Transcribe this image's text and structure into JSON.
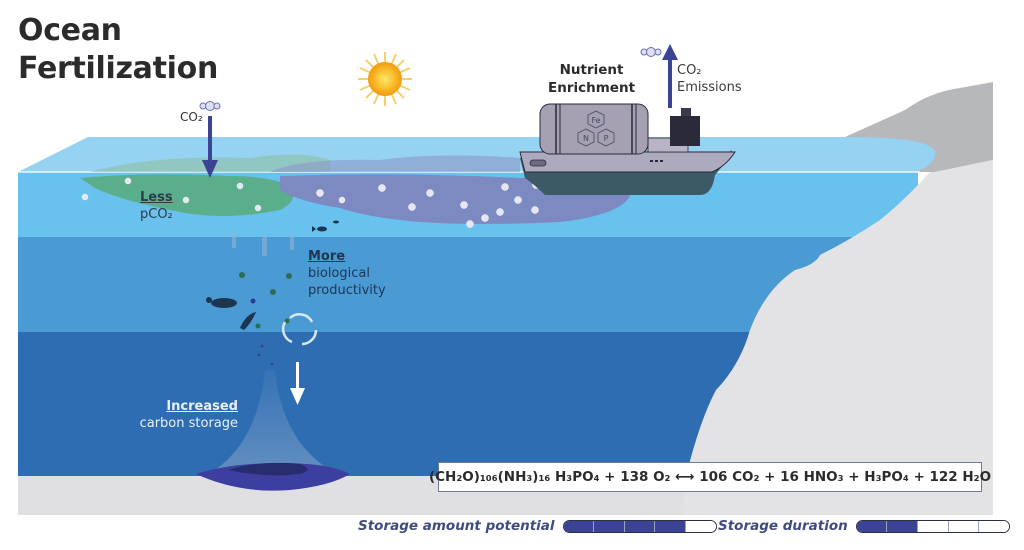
{
  "title": {
    "line1": "Ocean",
    "line2": "Fertilization"
  },
  "labels": {
    "co2_atm": "CO₂",
    "less_bold": "Less",
    "less_rest": "pCO₂",
    "more_bold": "More",
    "more_line2": "biological",
    "more_line3": "productivity",
    "increased_bold": "Increased",
    "increased_rest": "carbon storage",
    "nutrient_line1": "Nutrient",
    "nutrient_line2": "Enrichment",
    "co2_emissions_line1": "CO₂",
    "co2_emissions_line2": "Emissions",
    "tank_elements": [
      "Fe",
      "N",
      "P"
    ]
  },
  "equation": "(CH₂O)₁₀₆(NH₃)₁₆ H₃PO₄ + 138 O₂ ⟷ 106 CO₂ + 16 HNO₃ + H₃PO₄ + 122 H₂O",
  "ratings": [
    {
      "label": "Storage amount potential",
      "filled": 4,
      "total": 5
    },
    {
      "label": "Storage duration",
      "filled": 2,
      "total": 5
    }
  ],
  "colors": {
    "surface_top": "#96d2f1",
    "layer1": "#69c2ee",
    "layer2": "#4a9bd4",
    "layer3": "#2f6db2",
    "seafloor": "#e0e0e2",
    "cliff_top": "#b7b8bb",
    "bloom_green": "#5aae8c",
    "bloom_purple": "#7d8ac2",
    "arrow_navy": "#3b4494",
    "rating_fill": "#3b4494"
  },
  "icons": [
    "sun-icon",
    "co2-molecule-icon",
    "ship-icon",
    "nutrient-tank-icon",
    "fish-icon",
    "seal-icon",
    "dolphin-icon",
    "cycle-arrows-icon",
    "down-arrow-icon",
    "double-arrow-icon"
  ]
}
